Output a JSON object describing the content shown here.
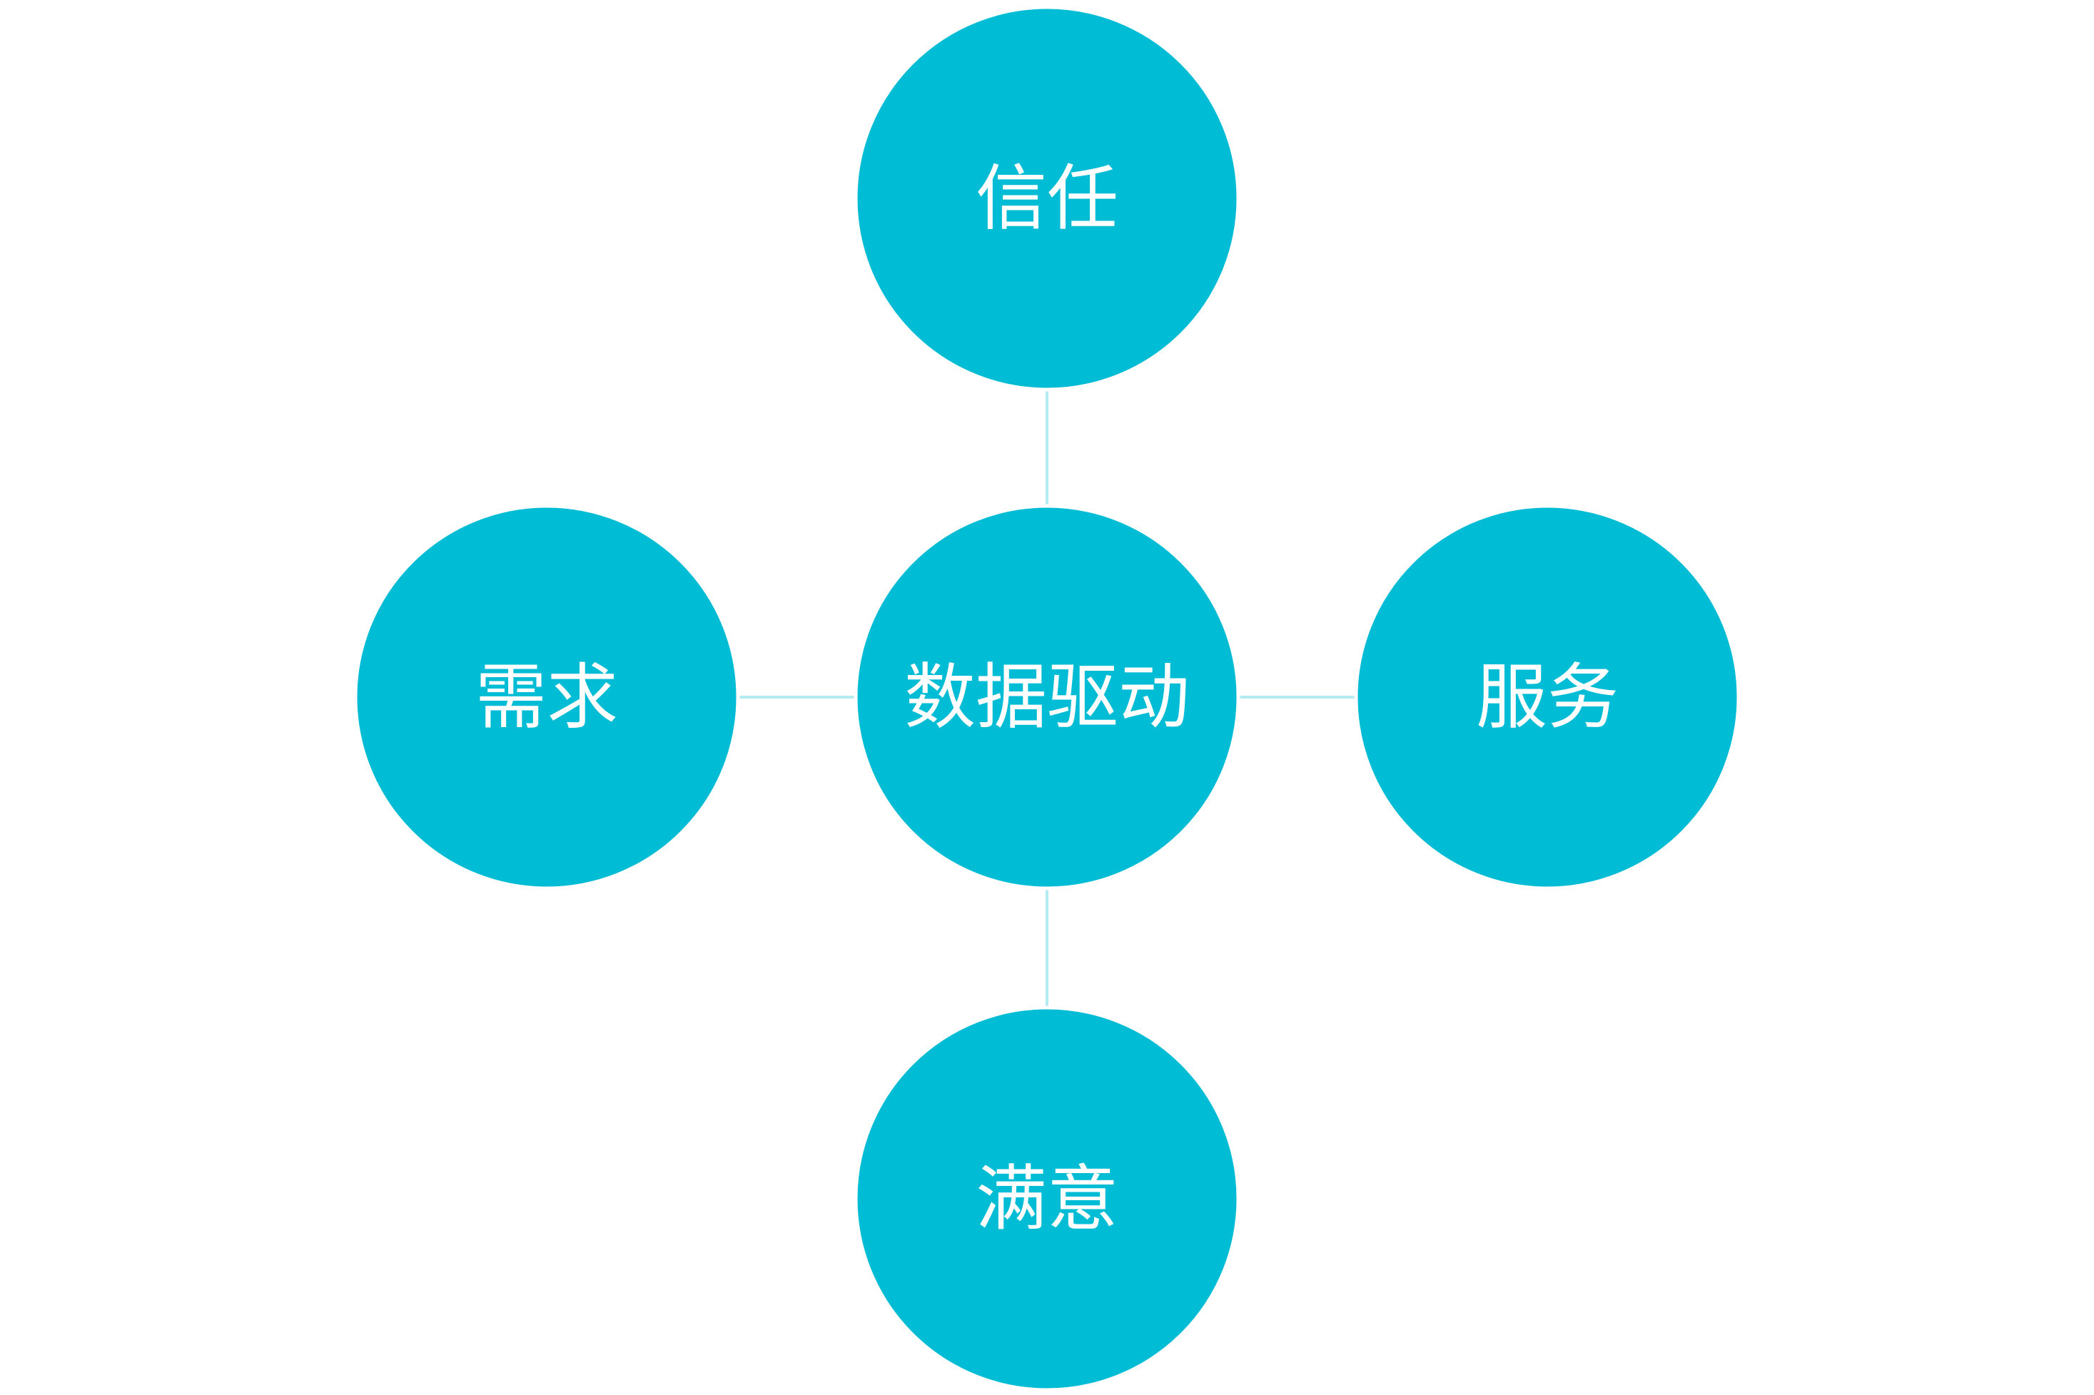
{
  "colors": {
    "node_fill": "#00BCD4",
    "connector": "#B2EBF2",
    "label": "#FFFFFF",
    "background": "#FFFFFF"
  },
  "center": {
    "label": "数据驱动"
  },
  "satellites": {
    "top": {
      "label": "信任"
    },
    "right": {
      "label": "服务"
    },
    "bottom": {
      "label": "满意"
    },
    "left": {
      "label": "需求"
    }
  }
}
